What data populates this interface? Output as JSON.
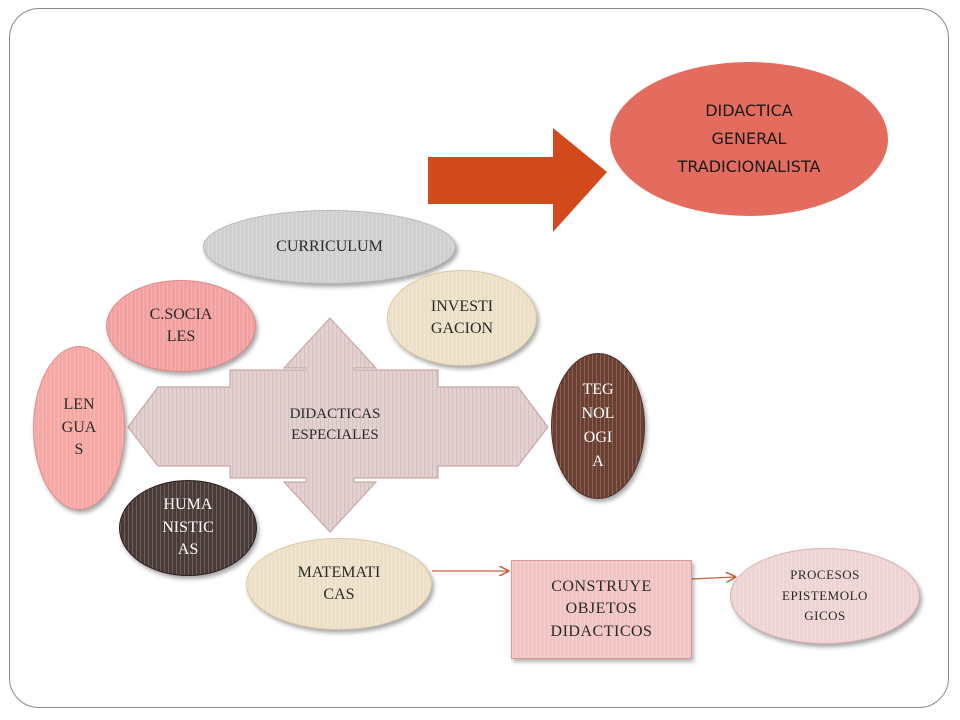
{
  "nodes": {
    "didactica_general": {
      "text": "DIDACTICA\nGENERAL\nTRADICIONALISTA",
      "color": "#e46c5e"
    },
    "curriculum": {
      "text": "CURRICULUM",
      "color": "#d0d0d0"
    },
    "c_sociales": {
      "text": "C.SOCIA\nLES",
      "color": "#f2a0a0"
    },
    "investigacion": {
      "text": "INVESTI\nGACION",
      "color": "#ede0c8"
    },
    "lenguas": {
      "text": "LEN\nGUA\nS",
      "color": "#f7a8a4"
    },
    "didacticas_especiales": {
      "text": "DIDACTICAS\nESPECIALES",
      "color": "#e3d0d0"
    },
    "tegnologia": {
      "text": "TEG\nNOL\nOGI\nA",
      "color": "#6b4033"
    },
    "humanisticas": {
      "text": "HUMA\nNISTIC\nAS",
      "color": "#4a3a38"
    },
    "matematicas": {
      "text": "MATEMATI\nCAS",
      "color": "#ede0c8"
    },
    "construye": {
      "text": "CONSTRUYE\nOBJETOS\nDIDACTICOS",
      "color": "#f2c4c4"
    },
    "procesos": {
      "text": "PROCESOS\nEPISTEMOLO\nGICOS",
      "color": "#efd4d4"
    }
  },
  "colors": {
    "block_arrow": "#d24a1c",
    "connector": "#c6603f"
  }
}
